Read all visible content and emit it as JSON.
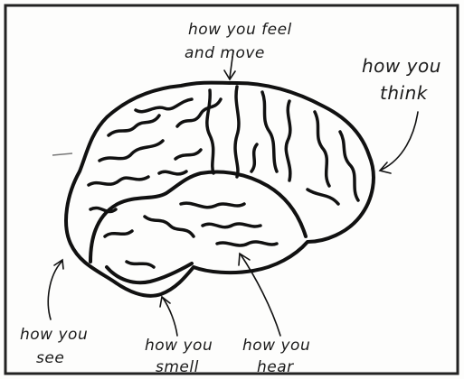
{
  "diagram": {
    "labels": {
      "feel_move_line1": "how you feel",
      "feel_move_line2": "and move",
      "think_line1": "how you",
      "think_line2": "think",
      "see_line1": "how you",
      "see_line2": "see",
      "smell_line1": "how you",
      "smell_line2": "smell",
      "hear_line1": "how you",
      "hear_line2": "hear"
    },
    "colors": {
      "ink": "#111111",
      "paper": "#fdfdfc"
    }
  }
}
